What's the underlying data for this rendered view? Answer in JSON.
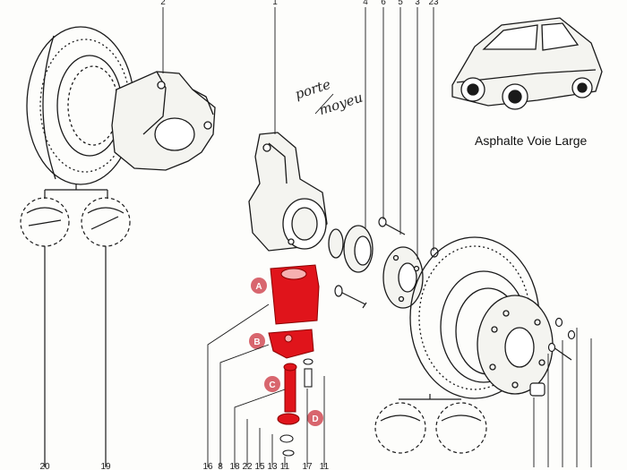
{
  "title": "Asphalte Voie Large",
  "handwritten_note": [
    "porte",
    "moyeu"
  ],
  "part_markers": [
    "A",
    "B",
    "C",
    "D"
  ],
  "callouts_top": [
    "2",
    "1",
    "4",
    "6",
    "5",
    "3",
    "23"
  ],
  "callouts_bottom": [
    "20",
    "19",
    "16",
    "8",
    "18",
    "22",
    "15",
    "13",
    "11",
    "17",
    "11"
  ],
  "colors": {
    "highlight": "#e0141b",
    "marker": "#d8666e",
    "ink": "#1a1a1a"
  }
}
